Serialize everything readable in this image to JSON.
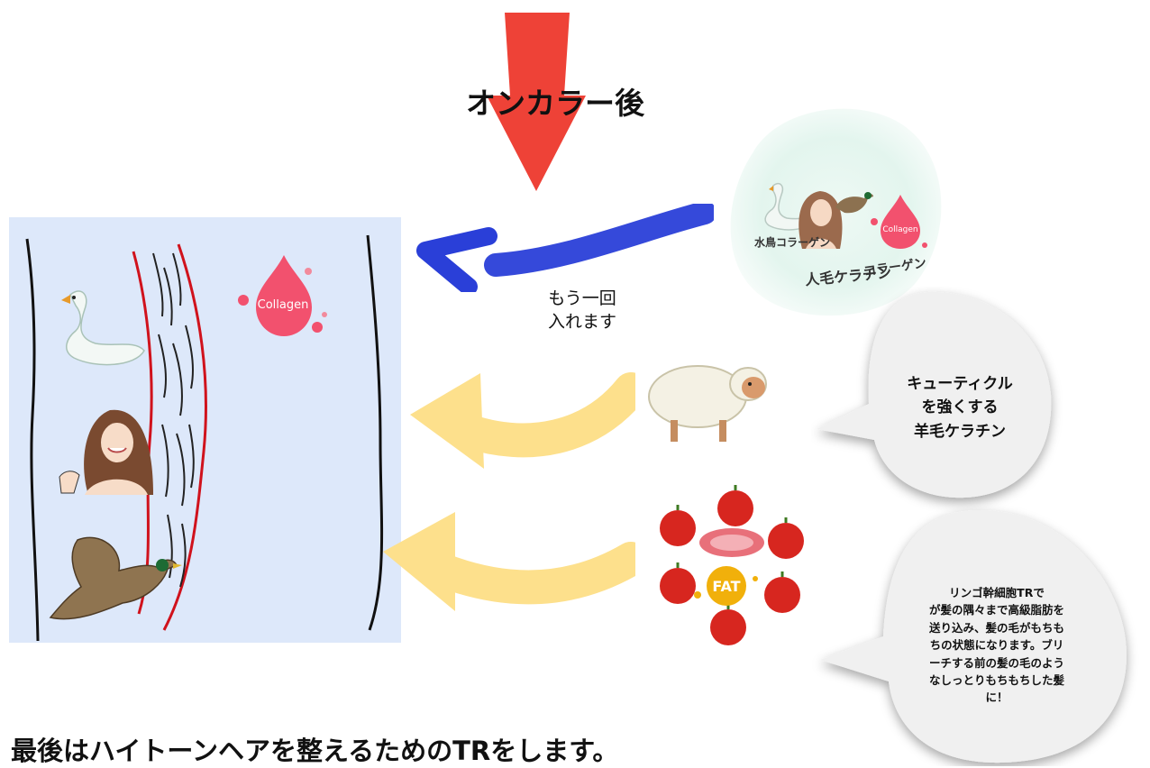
{
  "header": {
    "after_oncolor": "オンカラー後"
  },
  "watercolor_blob": {
    "label_waterfowl": "水鳥コラーゲン",
    "label_human": "人毛ケラチン",
    "label_collagen": "コラーゲン",
    "collagen_drop": "Collagen"
  },
  "arrow_note": {
    "line1": "もう一回",
    "line2": "入れます"
  },
  "hair_panel": {
    "collagen_drop": "Collagen"
  },
  "bubble_sheep": {
    "line1": "キューティクル",
    "line2": "を強くする",
    "line3": "羊毛ケラチン"
  },
  "apple_cluster": {
    "fat_badge": "FAT"
  },
  "bubble_apple": {
    "lines": [
      "リンゴ幹細胞TRで",
      "が髪の隅々まで高級脂肪を",
      "送り込み、髪の毛がもちも",
      "ちの状態になります。ブリ",
      "ーチする前の髪の毛のよう",
      "なしっとりもちもちした髪",
      "に！"
    ]
  },
  "footer": {
    "title": "最後はハイトーンヘアを整えるためのTRをします。"
  },
  "colors": {
    "down_arrow": "#ee4237",
    "blue_arrow": "#2a3fd8",
    "yellow_arrow": "#fde08c",
    "panel_bg": "#dde8fa",
    "hair_red": "#d0121c",
    "collagen_pink": "#f2516e",
    "watercolor": "#e3f5ee"
  }
}
